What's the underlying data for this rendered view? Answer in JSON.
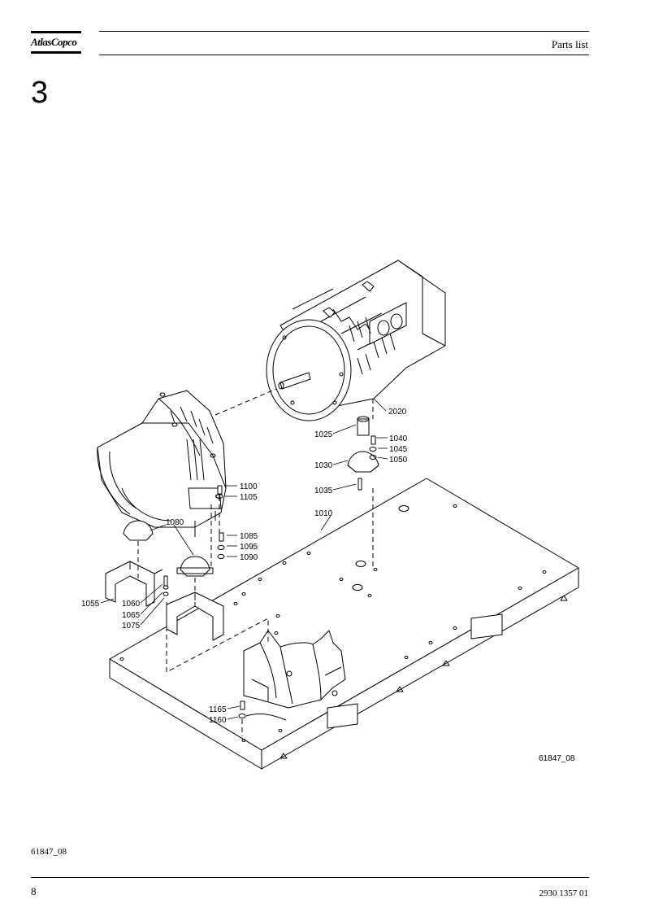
{
  "header": {
    "brand": "AtlasCopco",
    "title": "Parts list"
  },
  "section": {
    "number": "3"
  },
  "diagram": {
    "figure_id": "61847_08",
    "callouts": {
      "p2020": "2020",
      "p1025": "1025",
      "p1040": "1040",
      "p1045": "1045",
      "p1030": "1030",
      "p1050": "1050",
      "p1035": "1035",
      "p1010": "1010",
      "p1100": "1100",
      "p1105": "1105",
      "p1080": "1080",
      "p1085": "1085",
      "p1095": "1095",
      "p1090": "1090",
      "p1055": "1055",
      "p1060": "1060",
      "p1065": "1065",
      "p1075": "1075",
      "p1165": "1165",
      "p1160": "1160"
    }
  },
  "footer": {
    "figure_ref": "61847_08",
    "page_number": "8",
    "document_number": "2930 1357 01"
  }
}
